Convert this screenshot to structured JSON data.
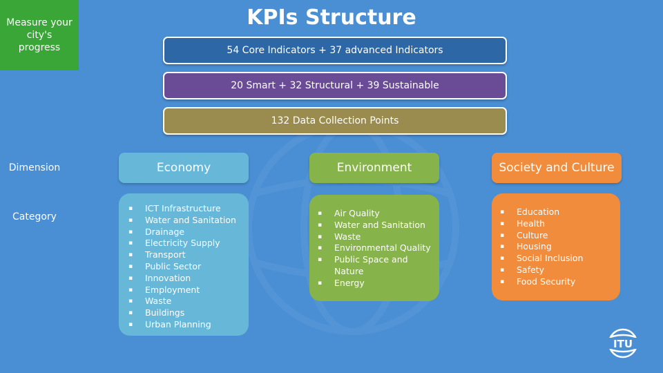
{
  "corner_box": {
    "lines": [
      "Measure your",
      "city's",
      "progress"
    ]
  },
  "title": "KPIs Structure",
  "bands": [
    "54 Core Indicators + 37 advanced Indicators",
    "20 Smart + 32 Structural + 39 Sustainable",
    "132 Data Collection Points"
  ],
  "row_labels": {
    "dimension": "Dimension",
    "category": "Category"
  },
  "bullet_glyph": "▪",
  "dimensions": [
    {
      "name": "Economy",
      "categories": [
        "ICT Infrastructure",
        "Water and Sanitation",
        "Drainage",
        "Electricity Supply",
        "Transport",
        "Public Sector",
        "Innovation",
        "Employment",
        "Waste",
        "Buildings",
        "Urban Planning"
      ]
    },
    {
      "name": "Environment",
      "categories": [
        "Air Quality",
        "Water and Sanitation",
        "Waste",
        "Environmental Quality",
        "Public Space and Nature",
        "Energy"
      ]
    },
    {
      "name": "Society and Culture",
      "categories": [
        "Education",
        "Health",
        "Culture",
        "Housing",
        "Social Inclusion",
        "Safety",
        "Food Security"
      ]
    }
  ],
  "logo_text": "ITU",
  "colors": {
    "background": "#4a8ed3",
    "corner_box": "#3aa637",
    "band_core": "#2d67a6",
    "band_smart": "#6a4c96",
    "band_data": "#9a8b4e",
    "economy": "#67b8d8",
    "environment": "#86b34a",
    "society": "#f08c3c"
  }
}
